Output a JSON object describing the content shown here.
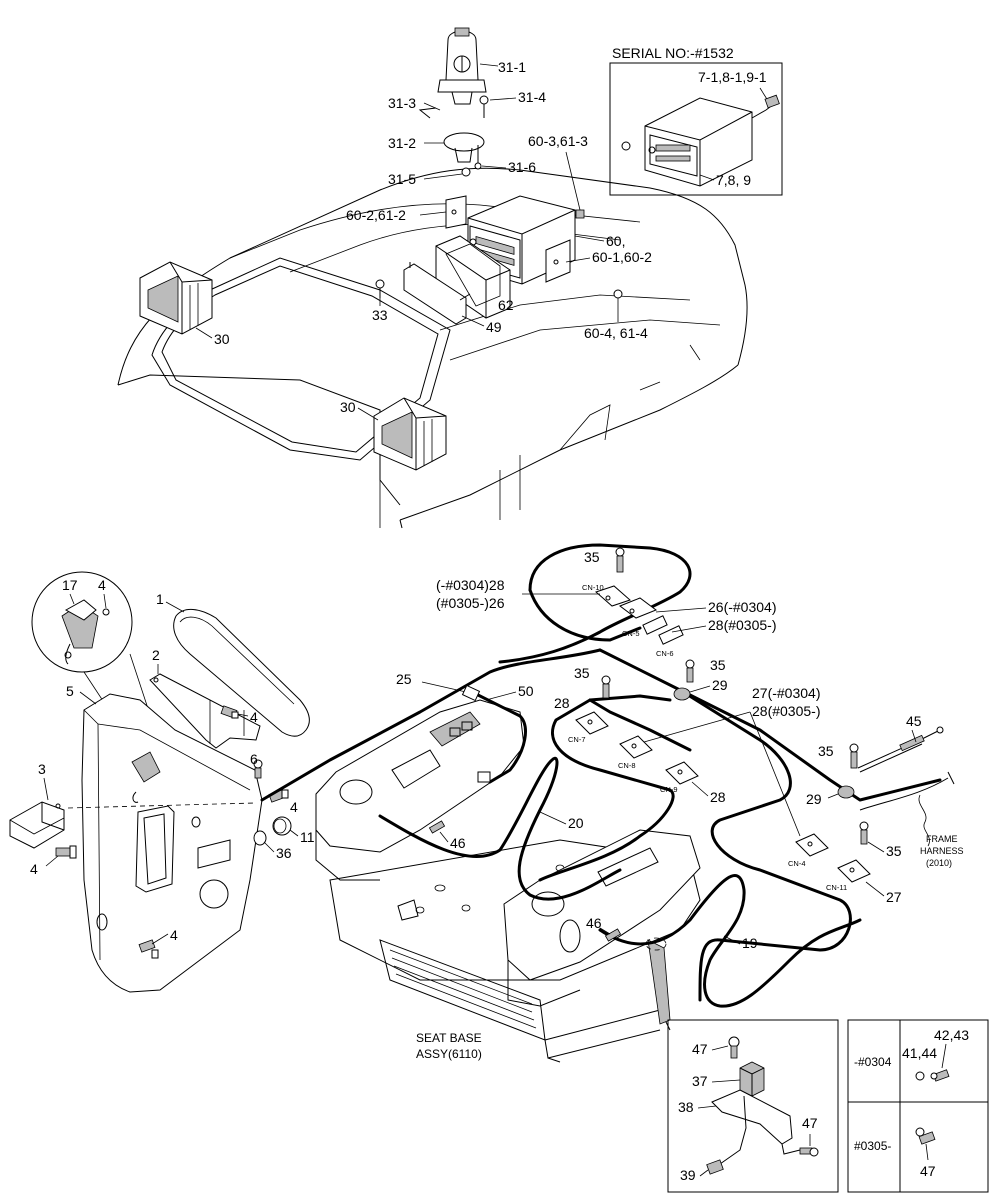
{
  "serial_box": {
    "header": "SERIAL NO:-#1532",
    "top_label": "7-1,8-1,9-1",
    "bottom_label": "7,8, 9"
  },
  "cab_labels": {
    "beacon": "31-1",
    "beacon_cover": "31-3",
    "beacon_screw": "31-4",
    "beacon_base": "31-2",
    "beacon_nut": "31-5",
    "beacon_washer": "31-6",
    "radio_bracket_screw": "60-3,61-3",
    "radio_bracket_left": "60-2,61-2",
    "radio": "60,",
    "radio_bracket_right": "60-1,60-2",
    "radio_bolt": "60-4, 61-4",
    "speaker": "62",
    "bracket_49": "49",
    "bolt_33": "33",
    "work_lamp_left": "30",
    "work_lamp_front": "30"
  },
  "console_labels": {
    "switch_17": "17",
    "screw_4_switch": "4",
    "cover_1": "1",
    "bracket_2": "2",
    "panel_5": "5",
    "bolt_4_a": "4",
    "bracket_3": "3",
    "bolt_4_b": "4",
    "bolt_6": "6",
    "bolt_4_c": "4",
    "cap_11": "11",
    "grommet_36": "36",
    "bolt_4_d": "4"
  },
  "harness_labels": {
    "clip_35_top": "35",
    "cn10_left_a": "(-#0304)28",
    "cn10_left_b": "(#0305-)26",
    "cn10_right_a": "26(-#0304)",
    "cn10_right_b": "28(#0305-)",
    "harness_25": "25",
    "harness_50": "50",
    "clip_35_mid": "35",
    "clip_35_right": "35",
    "grommet_29_top": "29",
    "bracket_28_cn7": "28",
    "bracket_27_a": "27(-#0304)",
    "bracket_27_b": "28(#0305-)",
    "bracket_28_cn9": "28",
    "rod_45": "45",
    "clip_35_rod": "35",
    "grommet_29_mid": "29",
    "harness_20": "20",
    "clip_46_a": "46",
    "clip_35_cn4": "35",
    "bracket_27_cn11": "27",
    "clip_46_b": "46",
    "harness_19": "19",
    "frame_harness_1": "FRAME",
    "frame_harness_2": "HARNESS",
    "frame_harness_3": "(2010)",
    "seat_base_1": "SEAT BASE",
    "seat_base_2": "ASSY(6110)"
  },
  "connectors": {
    "cn10": "CN-10",
    "cn5": "CN-5",
    "cn6": "CN-6",
    "cn7": "CN-7",
    "cn8": "CN-8",
    "cn9": "CN-9",
    "cn4": "CN-4",
    "cn11": "CN-11"
  },
  "inset_switch": {
    "bolt_47_top": "47",
    "switch_37": "37",
    "bracket_38": "38",
    "bolt_47_right": "47",
    "connector_39": "39"
  },
  "inset_variants": {
    "label_old": "-#0304",
    "label_new": "#0305-",
    "parts_old_a": "42,43",
    "parts_old_b": "41,44",
    "parts_new": "47"
  }
}
